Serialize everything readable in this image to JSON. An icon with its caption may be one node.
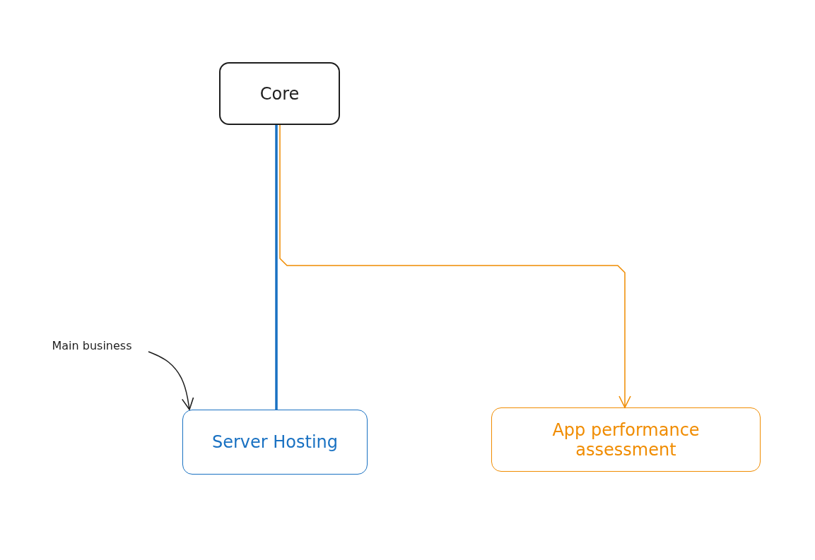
{
  "diagram": {
    "nodes": [
      {
        "text": [
          "Core"
        ]
      },
      {
        "text": [
          "Server Hosting"
        ]
      },
      {
        "text": [
          "App performance assessment"
        ]
      },
      {
        "text": [
          "Main business"
        ]
      }
    ],
    "edges": [
      {
        "from": 0,
        "to": 1,
        "arrow": "none",
        "style": "thick",
        "color": "#1971c2"
      },
      {
        "from": 0,
        "to": 2,
        "arrow": "to",
        "color": "#f08c00"
      },
      {
        "from": 3,
        "to": 1,
        "arrow": "to",
        "color": "#1e1e1e"
      }
    ]
  }
}
